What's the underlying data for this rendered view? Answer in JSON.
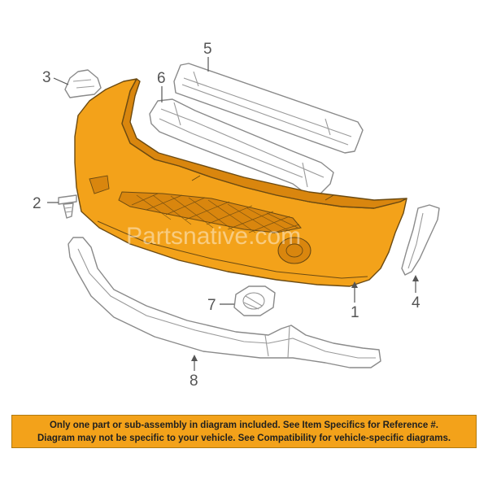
{
  "watermark": "Partsnative.com",
  "colors": {
    "bumper_fill": "#F3A21A",
    "bumper_shade": "#D9860E",
    "part_line": "#8A8A8A",
    "callout_text": "#555555",
    "disclaimer_bg": "#F3A21A",
    "disclaimer_text": "#1F1F1F"
  },
  "parts": [
    {
      "number": "1",
      "name": "bumper-cover"
    },
    {
      "number": "2",
      "name": "push-clip"
    },
    {
      "number": "3",
      "name": "bracket"
    },
    {
      "number": "4",
      "name": "side-filler-panel"
    },
    {
      "number": "5",
      "name": "reinforcement-bar"
    },
    {
      "number": "6",
      "name": "energy-absorber"
    },
    {
      "number": "7",
      "name": "fog-lamp-cover"
    },
    {
      "number": "8",
      "name": "lower-absorber"
    }
  ],
  "disclaimer": {
    "line1": "Only one part or sub-assembly in diagram included. See Item Specifics for Reference #.",
    "line2": "Diagram may not be specific to your vehicle. See Compatibility for vehicle-specific diagrams."
  }
}
